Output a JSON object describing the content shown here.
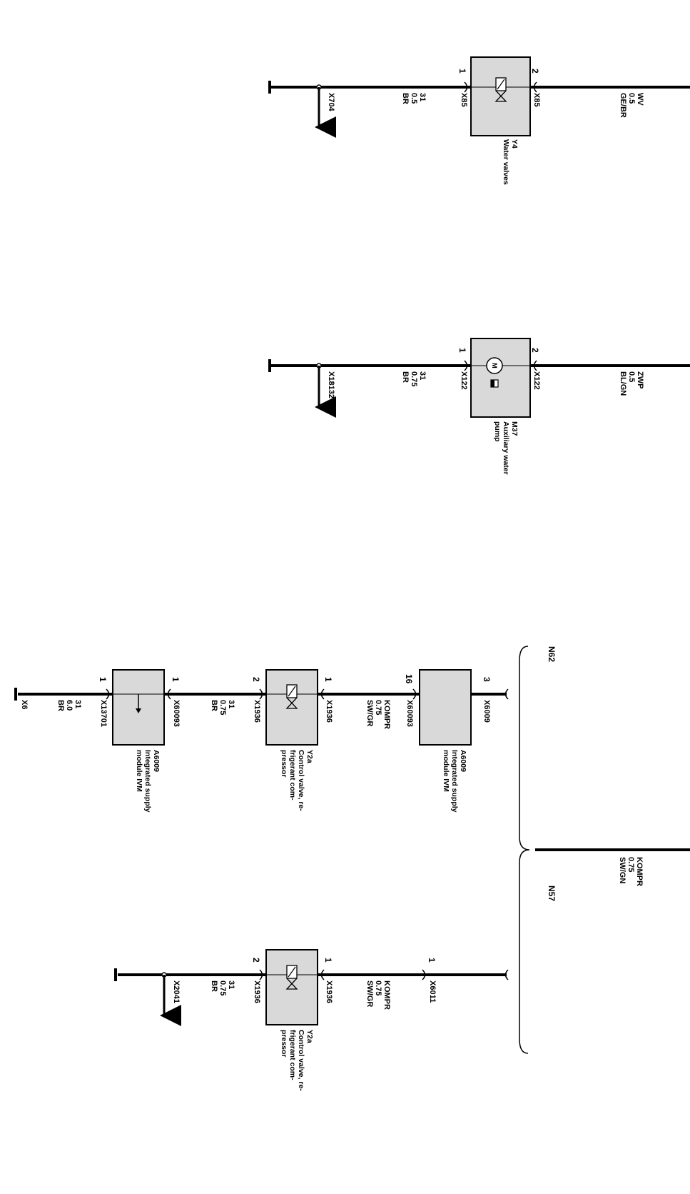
{
  "circuits": {
    "water_valves": {
      "component_id": "Y4",
      "component_name": "Water valves",
      "icon": "solenoid-valve-icon",
      "pin_in": "2",
      "pin_out": "1",
      "connector_in": "X85",
      "connector_out": "X85",
      "feed_wire": "WV\n0.5\nGE/BR",
      "ground_wire": "31\n0.5\nBR",
      "ground_point": "X704"
    },
    "aux_pump": {
      "component_id": "M37",
      "component_name": "Auxiliary water\npump",
      "icon": "motor-icon",
      "pin_in": "2",
      "pin_out": "1",
      "connector_in": "X122",
      "connector_out": "X122",
      "feed_wire": "ZWP\n0.5\nBL/GN",
      "ground_wire": "31\n0.75\nBR",
      "ground_point": "X18132"
    },
    "compressor": {
      "feed_wire": "KOMPR\n0.75\nSW/GN",
      "variant_n62": "N62",
      "variant_n57": "N57",
      "n62": {
        "module_a": {
          "component_id": "A6009",
          "component_name": "Integrated supply\nmodule IVM",
          "pin_in": "3",
          "pin_out": "16",
          "connector_in": "X6009",
          "connector_out": "X60093"
        },
        "wire_a": "KOMPR\n0.75\nSW/GR",
        "valve": {
          "component_id": "Y2a",
          "component_name": "Control valve, re-\nfrigerant com-\npressor",
          "icon": "solenoid-valve-icon",
          "pin_in": "1",
          "pin_out": "2",
          "connector_in": "X1936",
          "connector_out": "X1936"
        },
        "wire_b": "31\n0.75\nBR",
        "module_b": {
          "component_id": "A6009",
          "component_name": "Integrated supply\nmodule IVM",
          "icon": "ground-arrow-icon",
          "pin_in": "1",
          "pin_out": "1",
          "connector_in": "X60093",
          "connector_out": "X13701"
        },
        "ground_wire": "31\n6.0\nBR",
        "ground_point": "X6"
      },
      "n57": {
        "pin_conn": "1",
        "connector": "X6011",
        "wire_a": "KOMPR\n0.75\nSW/GR",
        "valve": {
          "component_id": "Y2a",
          "component_name": "Control valve, re-\nfrigerant com-\npressor",
          "icon": "solenoid-valve-icon",
          "pin_in": "1",
          "pin_out": "2",
          "connector_in": "X1936",
          "connector_out": "X1936"
        },
        "ground_wire": "31\n0.75\nBR",
        "ground_point": "X2041"
      }
    }
  }
}
